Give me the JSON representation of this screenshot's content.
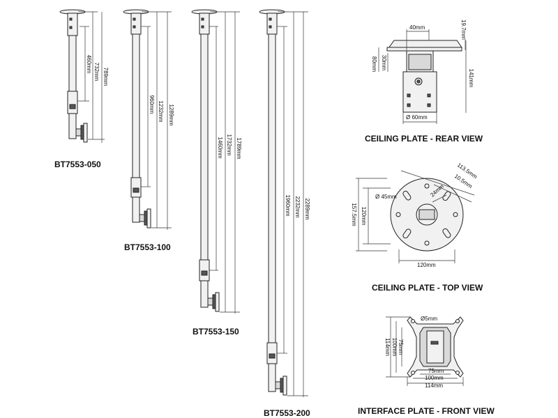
{
  "models": {
    "m050": "BT7553-050",
    "m100": "BT7553-100",
    "m150": "BT7553-150",
    "m200": "BT7553-200"
  },
  "dims_050": {
    "inner": "460mm",
    "mid": "732mm",
    "outer": "789mm"
  },
  "dims_100": {
    "inner": "960mm",
    "mid": "1232mm",
    "outer": "1289mm"
  },
  "dims_150": {
    "inner": "1460mm",
    "mid": "1732mm",
    "outer": "1789mm"
  },
  "dims_200": {
    "inner": "1960mm",
    "mid": "2232mm",
    "outer": "2289mm"
  },
  "rear_view": {
    "title": "CEILING PLATE - REAR VIEW",
    "width_top": "40mm",
    "height_left": "80mm",
    "height_inner": "30mm",
    "thickness": "19.7mm",
    "height_right": "141mm",
    "diameter": "Ø 60mm"
  },
  "top_view": {
    "title": "CEILING PLATE - TOP VIEW",
    "hole_diameter": "Ø 45mm",
    "diag_113": "113.5mm",
    "diag_105": "10.5mm",
    "diag_24": "24mm",
    "height_157": "157.5mm",
    "height_120": "120mm",
    "width_120": "120mm"
  },
  "front_view": {
    "title": "INTERFACE PLATE - FRONT VIEW",
    "hole": "Ø5mm",
    "v114": "114mm",
    "v100": "100mm",
    "v75": "75mm",
    "h75": "75mm",
    "h100": "100mm",
    "h114": "114mm"
  }
}
